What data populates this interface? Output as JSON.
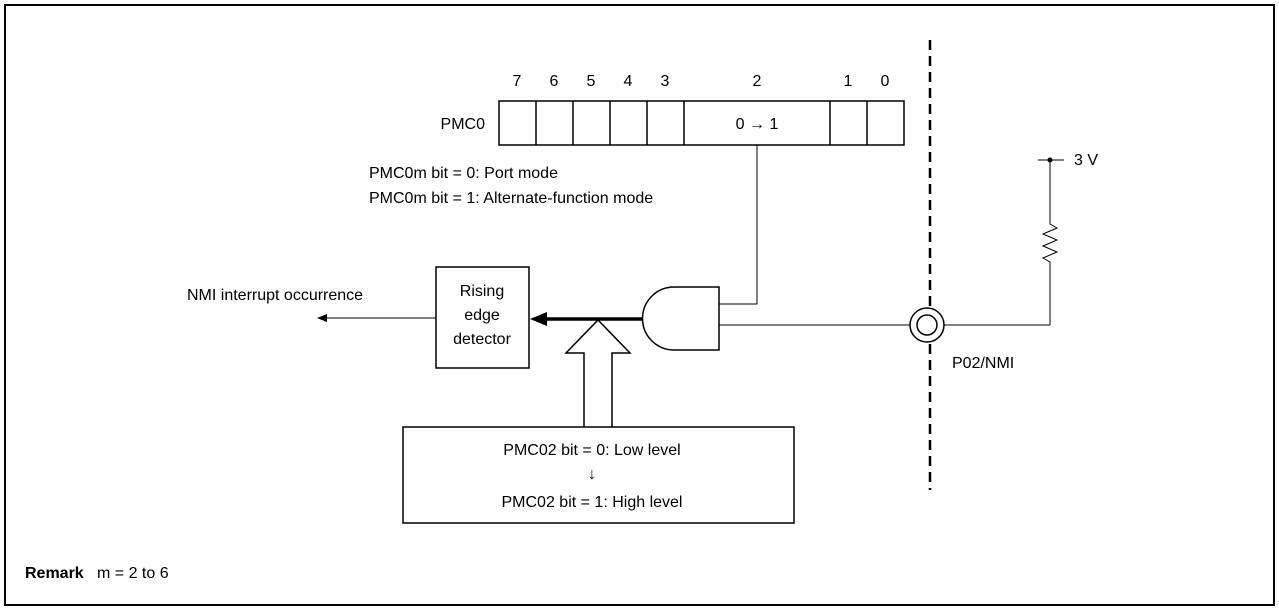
{
  "register": {
    "name": "PMC0",
    "bits": [
      "7",
      "6",
      "5",
      "4",
      "3",
      "2",
      "1",
      "0"
    ],
    "bit2_value": "0 → 1"
  },
  "mode_notes": {
    "line1": "PMC0m bit = 0: Port mode",
    "line2": "PMC0m bit = 1: Alternate-function mode"
  },
  "output_label": "NMI interrupt occurrence",
  "detector": {
    "line1": "Rising",
    "line2": "edge",
    "line3": "detector"
  },
  "level_box": {
    "line1": "PMC02 bit = 0: Low level",
    "arrow": "↓",
    "line2": "PMC02 bit = 1: High level"
  },
  "supply_label": "3 V",
  "pin_label": "P02/NMI",
  "remark": {
    "title": "Remark",
    "text": "m = 2 to 6"
  }
}
